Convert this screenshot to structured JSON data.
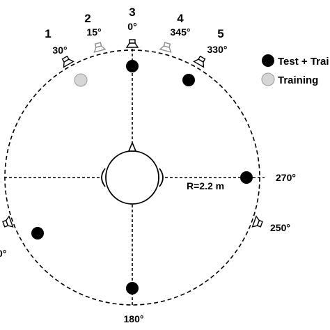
{
  "colors": {
    "test_train": "#000000",
    "training_fill": "#d6d6d6",
    "training_stroke": "#9a9a9a",
    "line": "#000000",
    "speaker_gray": "#8c8c8c"
  },
  "speakers": [
    {
      "number": "1",
      "angle": "30°"
    },
    {
      "number": "2",
      "angle": "15°"
    },
    {
      "number": "3",
      "angle": "0°"
    },
    {
      "number": "4",
      "angle": "345°"
    },
    {
      "number": "5",
      "angle": "330°"
    }
  ],
  "angle_labels": {
    "a270": "270°",
    "a250": "250°",
    "a180": "180°",
    "left_partial": "0°"
  },
  "radius_label": "R=2.2 m",
  "legend": {
    "test_train": "Test + Trai",
    "training": "Training"
  },
  "icons": {
    "speaker": "loudspeaker-icon",
    "head": "listener-head-icon"
  }
}
